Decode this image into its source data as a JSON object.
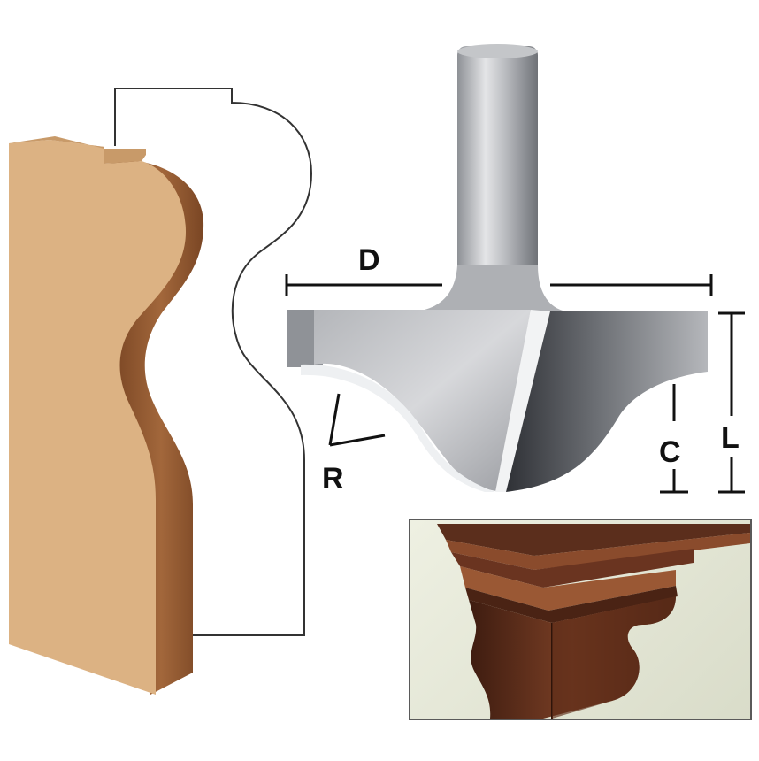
{
  "diagram": {
    "dimension_labels": {
      "diameter": "D",
      "radius": "R",
      "cut_length": "L",
      "clearance": "C"
    },
    "colors": {
      "wood_face": "#dcb283",
      "wood_side": "#8f5630",
      "steel_light": "#d9dadc",
      "steel_dark": "#3e4045",
      "profile_line": "#333333",
      "photo_frame": "#5a5a5a",
      "cabinet_wood": "#5b2e1c"
    }
  }
}
